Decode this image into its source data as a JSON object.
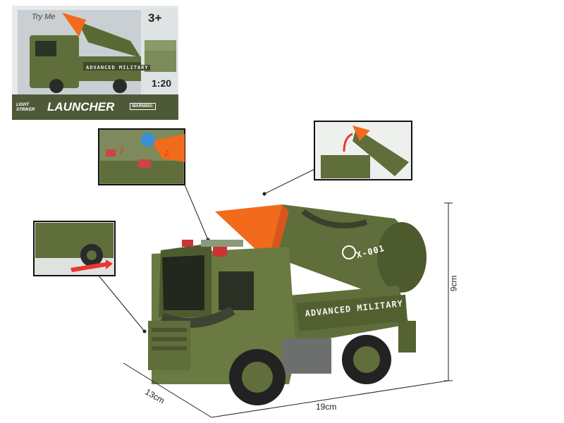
{
  "package": {
    "brand_badge": "Try Me",
    "age": "3+",
    "scale": "1:20",
    "brand_logo": "LIGHT STRIKER",
    "product_name": "LAUNCHER",
    "warning": "WARNING:"
  },
  "truck": {
    "side_label": "ADVANCED MILITARY",
    "rocket_label": "X-001"
  },
  "dimensions": {
    "height": "9cm",
    "depth": "13cm",
    "length": "19cm"
  },
  "colors": {
    "army_green": "#5f6e3a",
    "rocket_orange": "#f26a1b",
    "box_band": "#4e5a37"
  }
}
